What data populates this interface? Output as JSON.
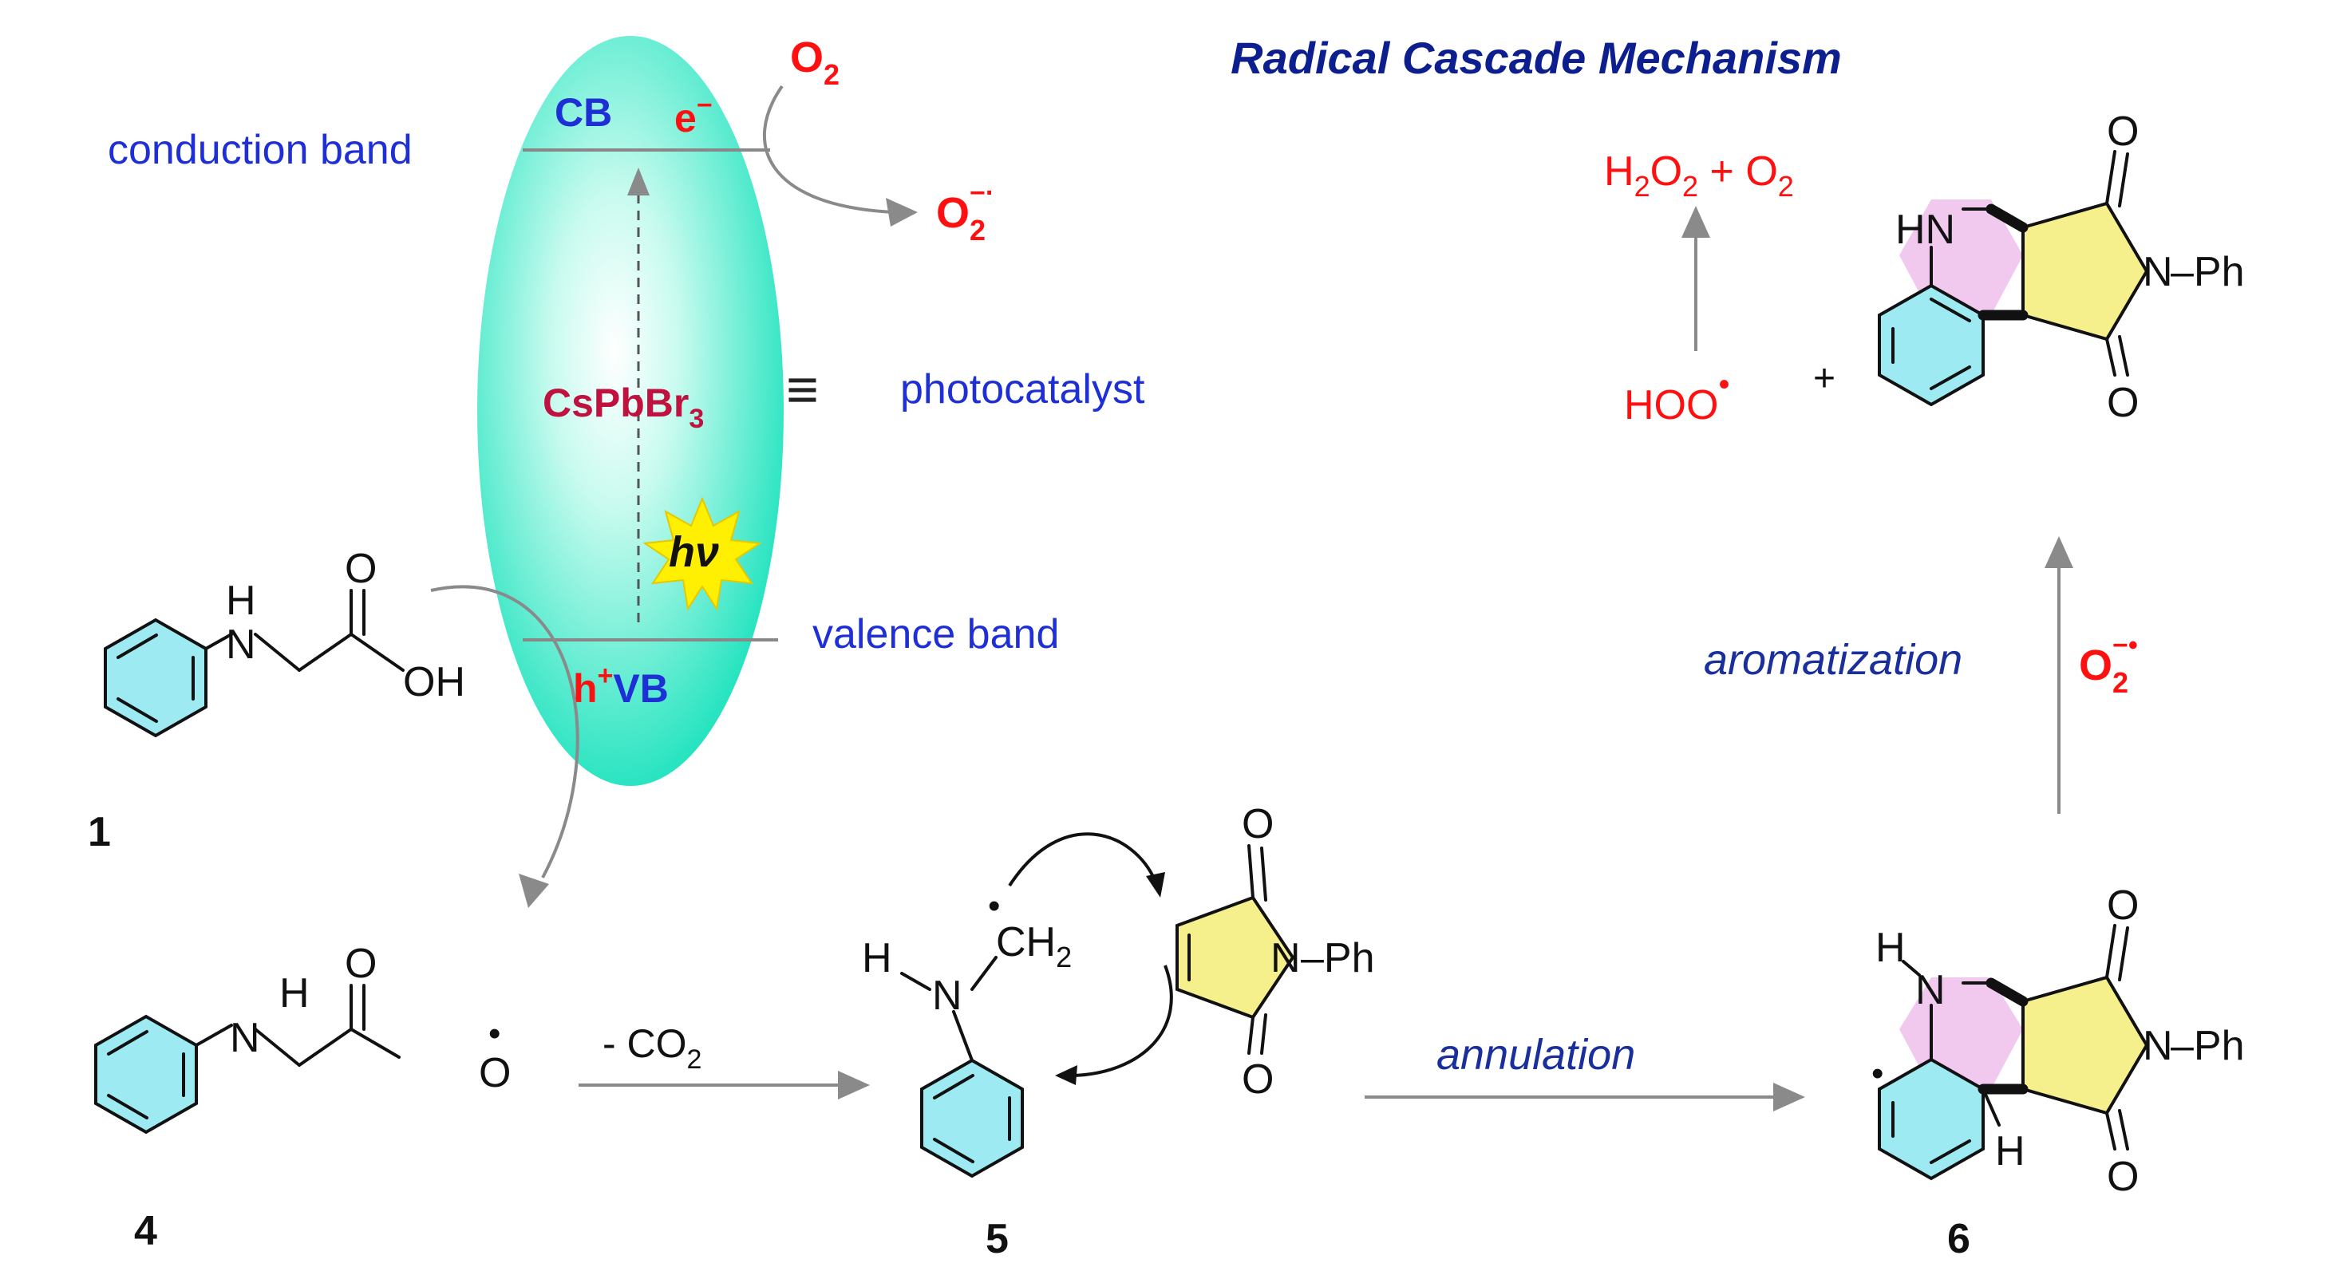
{
  "title": "Radical Cascade Mechanism",
  "photocatalyst": {
    "cb": "CB",
    "vb": "VB",
    "electron": "e",
    "electron_sup": "−",
    "hole": "h",
    "hole_sup": "+",
    "catalyst_main": "CsPbBr",
    "catalyst_sub": "3",
    "equiv": "≡",
    "equiv_label": "photocatalyst",
    "conduction_label": "conduction band",
    "valence_label": "valence band",
    "light": "hν",
    "o2": "O",
    "o2_sub": "2",
    "superoxide": "O",
    "superoxide_sub": "2",
    "superoxide_sup": "−·"
  },
  "compounds": {
    "c1": {
      "label": "1",
      "nh": "H",
      "n": "N",
      "o": "O",
      "oh": "OH"
    },
    "c4": {
      "label": "4",
      "nh": "H",
      "n": "N",
      "o_top": "O",
      "o_rad": "O",
      "radical": "•"
    },
    "c5": {
      "label": "5",
      "h": "H",
      "dash": "–",
      "n": "N",
      "ch": "CH",
      "ch_sub": "2",
      "radical": "•"
    },
    "maleimide": {
      "o_top": "O",
      "o_bottom": "O",
      "n": "N",
      "ph": "–Ph"
    },
    "c6": {
      "label": "6",
      "h": "H",
      "n": "N",
      "o_top": "O",
      "o_bottom": "O",
      "n_imide": "N",
      "ph": "–Ph",
      "h_ring": "H",
      "radical": "•"
    },
    "product": {
      "hn": "HN",
      "o_top": "O",
      "o_bottom": "O",
      "n_imide": "N",
      "ph": "–Ph"
    }
  },
  "steps": {
    "decarboxylation_prefix": "- CO",
    "decarboxylation_sub": "2",
    "annulation": "annulation",
    "aromatization": "aromatization",
    "aromatization_reagent": "O",
    "aromatization_reagent_sub": "2",
    "aromatization_reagent_sup": "−•"
  },
  "byproducts": {
    "h2o2_h": "H",
    "h2o2_sub1": "2",
    "h2o2_o": "O",
    "h2o2_sub2": "2",
    "plus_o2": " + O",
    "o2_sub": "2",
    "hoo": "HOO",
    "hoo_radical": "•",
    "plus": "+"
  },
  "colors": {
    "ellipse": "#2ee8c4",
    "benzene_fill": "#9eeaf2",
    "pink_ring": "#f1c9ef",
    "yellow_ring": "#f5f08c",
    "blue_text": "#1f2fd6",
    "italic_blue": "#1a2f9c",
    "red": "#ff1010",
    "catalyst": "#c0123e",
    "arrow_gray": "#8a8a8a"
  }
}
